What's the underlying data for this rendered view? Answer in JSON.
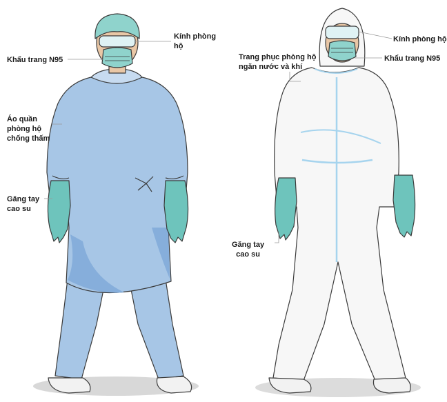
{
  "figure_left": {
    "labels": {
      "goggles": [
        "Kính phòng",
        "hộ"
      ],
      "mask": "Khẩu trang N95",
      "gown": [
        "Áo quần",
        "phòng hộ",
        "chống thấm"
      ],
      "gloves": [
        "Găng tay",
        "cao su"
      ]
    }
  },
  "figure_right": {
    "labels": {
      "goggles": "Kính phòng hộ",
      "mask": "Khẩu trang N95",
      "coverall": [
        "Trang phục phòng hộ",
        "ngăn nước và khí"
      ],
      "gloves": [
        "Găng tay",
        "cao su"
      ]
    }
  },
  "colors": {
    "gown": "#a7c6e6",
    "gown_shade": "#86aedb",
    "mask": "#8fd3cc",
    "gloves": "#6ec4bc",
    "skin": "#e9c7a6",
    "coverall": "#f7f7f7",
    "coverall_tape": "#a6d4ee",
    "outline": "#3a3a3a"
  }
}
